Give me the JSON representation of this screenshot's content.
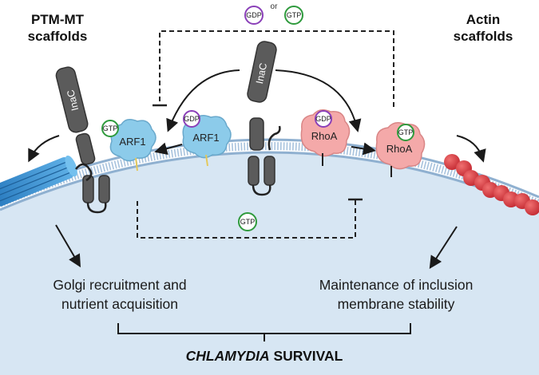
{
  "titles": {
    "left_line1": "PTM-MT",
    "left_line2": "scaffolds",
    "right_line1": "Actin",
    "right_line2": "scaffolds"
  },
  "legend": {
    "gdp": "GDP",
    "or": "or",
    "gtp": "GTP"
  },
  "proteins": {
    "inac": "InaC",
    "arf1": "ARF1",
    "rhoa": "RhoA",
    "gdp": "GDP",
    "gtp": "GTP"
  },
  "outcomes": {
    "left_line1": "Golgi recruitment and",
    "left_line2": "nutrient acquisition",
    "right_line1": "Maintenance of inclusion",
    "right_line2": "membrane stability"
  },
  "footer": {
    "italic": "CHLAMYDIA",
    "rest": " SURVIVAL"
  },
  "colors": {
    "inclusion_fill": "#d7e6f3",
    "membrane": "#8fb0d0",
    "arf1": "#8ccbea",
    "rhoa": "#f4a9a9",
    "gtp_ring": "#2e9a3c",
    "gdp_ring": "#8a3fb8",
    "inac": "#5b5b5b",
    "microtubule": "#2f84c6",
    "actin": "#d8333b"
  }
}
